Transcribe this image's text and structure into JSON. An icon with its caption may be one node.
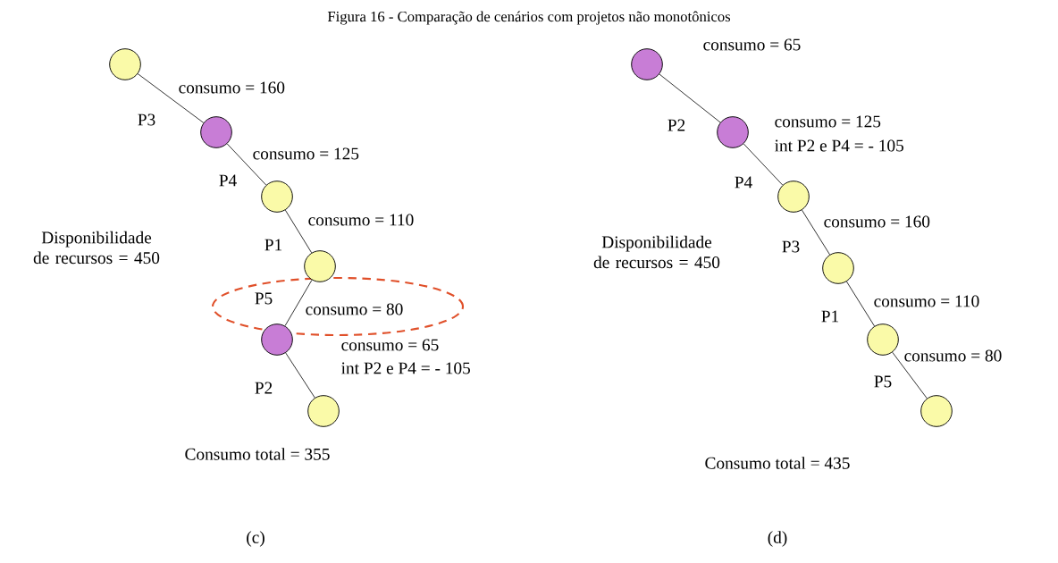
{
  "diagram": {
    "title": "Figura 16 - Comparação de cenários com projetos não monotônicos",
    "nodes": [
      {
        "text": [],
        "shape": "circle"
      },
      {
        "text": [],
        "shape": "circle"
      },
      {
        "text": [],
        "shape": "circle"
      },
      {
        "text": [],
        "shape": "circle"
      },
      {
        "text": [],
        "shape": "circle"
      },
      {
        "text": [],
        "shape": "circle"
      },
      {
        "text": [],
        "shape": "circle"
      },
      {
        "text": [],
        "shape": "circle"
      },
      {
        "text": [],
        "shape": "circle"
      },
      {
        "text": [],
        "shape": "circle"
      },
      {
        "text": [],
        "shape": "circle"
      },
      {
        "text": [],
        "shape": "circle"
      }
    ],
    "edges": [
      {
        "from": 0,
        "to": 1,
        "arrow": "none",
        "label": "P3"
      },
      {
        "from": 1,
        "to": 2,
        "arrow": "none",
        "label": "P4"
      },
      {
        "from": 2,
        "to": 3,
        "arrow": "none",
        "label": "P1"
      },
      {
        "from": 3,
        "to": 4,
        "arrow": "none",
        "label": "P5"
      },
      {
        "from": 4,
        "to": 5,
        "arrow": "none",
        "label": "P2"
      },
      {
        "from": 6,
        "to": 7,
        "arrow": "none",
        "label": "P2"
      },
      {
        "from": 7,
        "to": 8,
        "arrow": "none",
        "label": "P4"
      },
      {
        "from": 8,
        "to": 9,
        "arrow": "none",
        "label": "P3"
      },
      {
        "from": 9,
        "to": 10,
        "arrow": "none",
        "label": "P1"
      },
      {
        "from": 10,
        "to": 11,
        "arrow": "none",
        "label": "P5"
      }
    ],
    "labels": [
      "consumo = 160",
      "consumo = 125",
      "Disponibilidade de recursos = 450",
      "consumo = 110",
      "consumo = 80",
      "consumo = 65",
      "int P2 e P4 = - 105",
      "Consumo total = 355",
      "(c)",
      "consumo = 65",
      "consumo = 125",
      "int P2 e P4 = - 105",
      "Disponibilidade de recursos = 450",
      "consumo = 160",
      "consumo = 110",
      "consumo = 80",
      "Consumo total = 435",
      "(d)"
    ]
  }
}
